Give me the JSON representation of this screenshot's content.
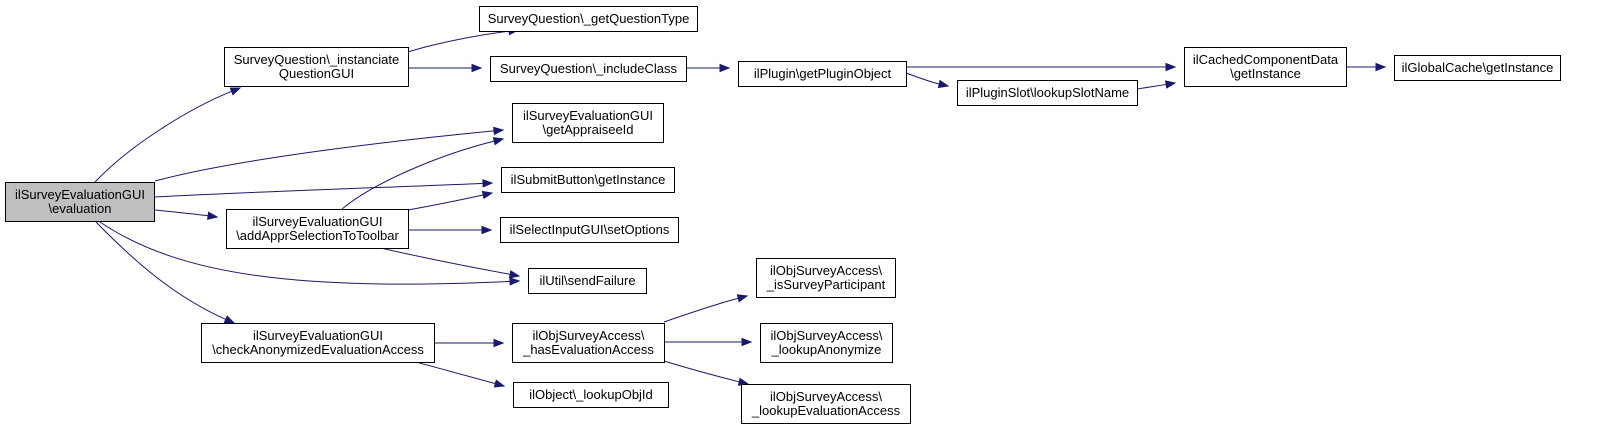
{
  "nodes": [
    {
      "id": "evaluation",
      "lines": [
        "ilSurveyEvaluationGUI",
        "\\evaluation"
      ],
      "current": true
    },
    {
      "id": "instanciate",
      "lines": [
        "SurveyQuestion\\_instanciate",
        "QuestionGUI"
      ]
    },
    {
      "id": "getQuestionType",
      "lines": [
        "SurveyQuestion\\_getQuestionType"
      ]
    },
    {
      "id": "includeClass",
      "lines": [
        "SurveyQuestion\\_includeClass"
      ]
    },
    {
      "id": "getPluginObject",
      "lines": [
        "ilPlugin\\getPluginObject"
      ]
    },
    {
      "id": "lookupSlotName",
      "lines": [
        "ilPluginSlot\\lookupSlotName"
      ]
    },
    {
      "id": "cachedGetInstance",
      "lines": [
        "ilCachedComponentData",
        "\\getInstance"
      ]
    },
    {
      "id": "globalCache",
      "lines": [
        "ilGlobalCache\\getInstance"
      ]
    },
    {
      "id": "getAppraiseeId",
      "lines": [
        "ilSurveyEvaluationGUI",
        "\\getAppraiseeId"
      ]
    },
    {
      "id": "submitButton",
      "lines": [
        "ilSubmitButton\\getInstance"
      ]
    },
    {
      "id": "addAppr",
      "lines": [
        "ilSurveyEvaluationGUI",
        "\\addApprSelectionToToolbar"
      ]
    },
    {
      "id": "setOptions",
      "lines": [
        "ilSelectInputGUI\\setOptions"
      ]
    },
    {
      "id": "sendFailure",
      "lines": [
        "ilUtil\\sendFailure"
      ]
    },
    {
      "id": "checkAnon",
      "lines": [
        "ilSurveyEvaluationGUI",
        "\\checkAnonymizedEvaluationAccess"
      ]
    },
    {
      "id": "hasEvalAccess",
      "lines": [
        "ilObjSurveyAccess\\",
        "_hasEvaluationAccess"
      ]
    },
    {
      "id": "isParticipant",
      "lines": [
        "ilObjSurveyAccess\\",
        "_isSurveyParticipant"
      ]
    },
    {
      "id": "lookupAnon",
      "lines": [
        "ilObjSurveyAccess\\",
        "_lookupAnonymize"
      ]
    },
    {
      "id": "lookupEvalAccess",
      "lines": [
        "ilObjSurveyAccess\\",
        "_lookupEvaluationAccess"
      ]
    },
    {
      "id": "lookupObjId",
      "lines": [
        "ilObject\\_lookupObjId"
      ]
    }
  ],
  "edges": [
    [
      "evaluation",
      "instanciate"
    ],
    [
      "evaluation",
      "getAppraiseeId"
    ],
    [
      "evaluation",
      "submitButton"
    ],
    [
      "evaluation",
      "addAppr"
    ],
    [
      "evaluation",
      "sendFailure"
    ],
    [
      "evaluation",
      "checkAnon"
    ],
    [
      "instanciate",
      "getQuestionType"
    ],
    [
      "instanciate",
      "includeClass"
    ],
    [
      "includeClass",
      "getPluginObject"
    ],
    [
      "getPluginObject",
      "cachedGetInstance"
    ],
    [
      "getPluginObject",
      "lookupSlotName"
    ],
    [
      "lookupSlotName",
      "cachedGetInstance"
    ],
    [
      "cachedGetInstance",
      "globalCache"
    ],
    [
      "addAppr",
      "getAppraiseeId"
    ],
    [
      "addAppr",
      "submitButton"
    ],
    [
      "addAppr",
      "setOptions"
    ],
    [
      "addAppr",
      "sendFailure"
    ],
    [
      "checkAnon",
      "hasEvalAccess"
    ],
    [
      "checkAnon",
      "lookupObjId"
    ],
    [
      "hasEvalAccess",
      "isParticipant"
    ],
    [
      "hasEvalAccess",
      "lookupAnon"
    ],
    [
      "hasEvalAccess",
      "lookupEvalAccess"
    ]
  ],
  "colors": {
    "edge": "#191970",
    "node_border": "#000000",
    "node_fill": "#ffffff",
    "current_fill": "#bfbfbf"
  }
}
